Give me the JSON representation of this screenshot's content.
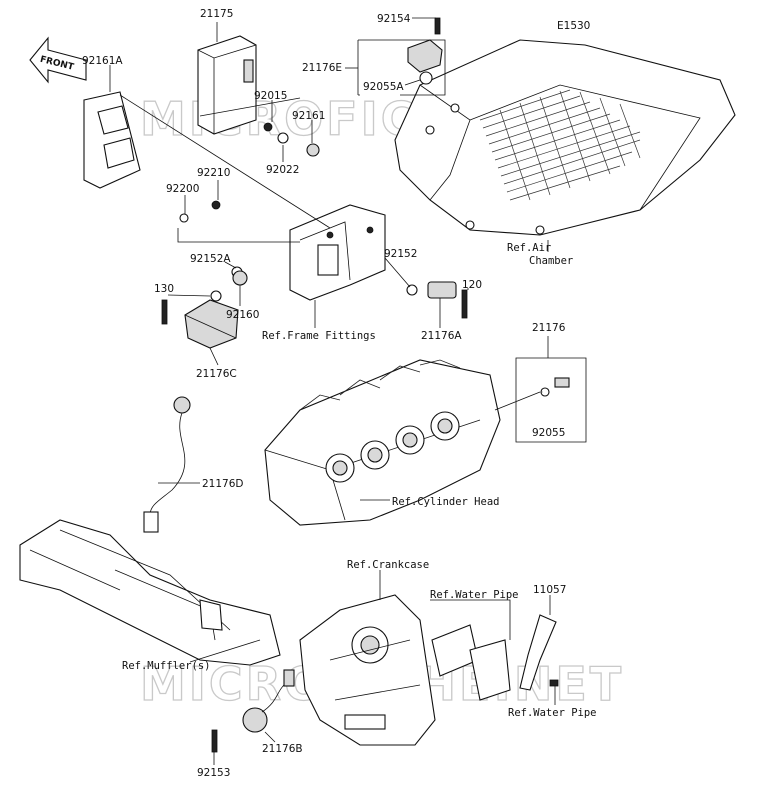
{
  "diagram_code": "E1530",
  "front_label": "FRONT",
  "watermark": "MICROFICHE.NET",
  "parts": {
    "p21175": "21175",
    "p92154": "92154",
    "p92161A": "92161A",
    "p21176E": "21176E",
    "p92055A": "92055A",
    "p92015": "92015",
    "p92161": "92161",
    "p92022": "92022",
    "p92210": "92210",
    "p92200": "92200",
    "p92152A": "92152A",
    "p130": "130",
    "p92160": "92160",
    "p92152": "92152",
    "p120": "120",
    "p21176A": "21176A",
    "p21176C": "21176C",
    "p21176": "21176",
    "p92055": "92055",
    "p21176D": "21176D",
    "p11057": "11057",
    "p21176B": "21176B",
    "p92153": "92153"
  },
  "refs": {
    "air_chamber_1": "Ref.Air",
    "air_chamber_2": "Chamber",
    "frame_fittings": "Ref.Frame Fittings",
    "cylinder_head": "Ref.Cylinder Head",
    "crankcase": "Ref.Crankcase",
    "water_pipe_top": "Ref.Water Pipe",
    "mufflers": "Ref.Muffler(s)",
    "water_pipe_bottom": "Ref.Water Pipe"
  }
}
